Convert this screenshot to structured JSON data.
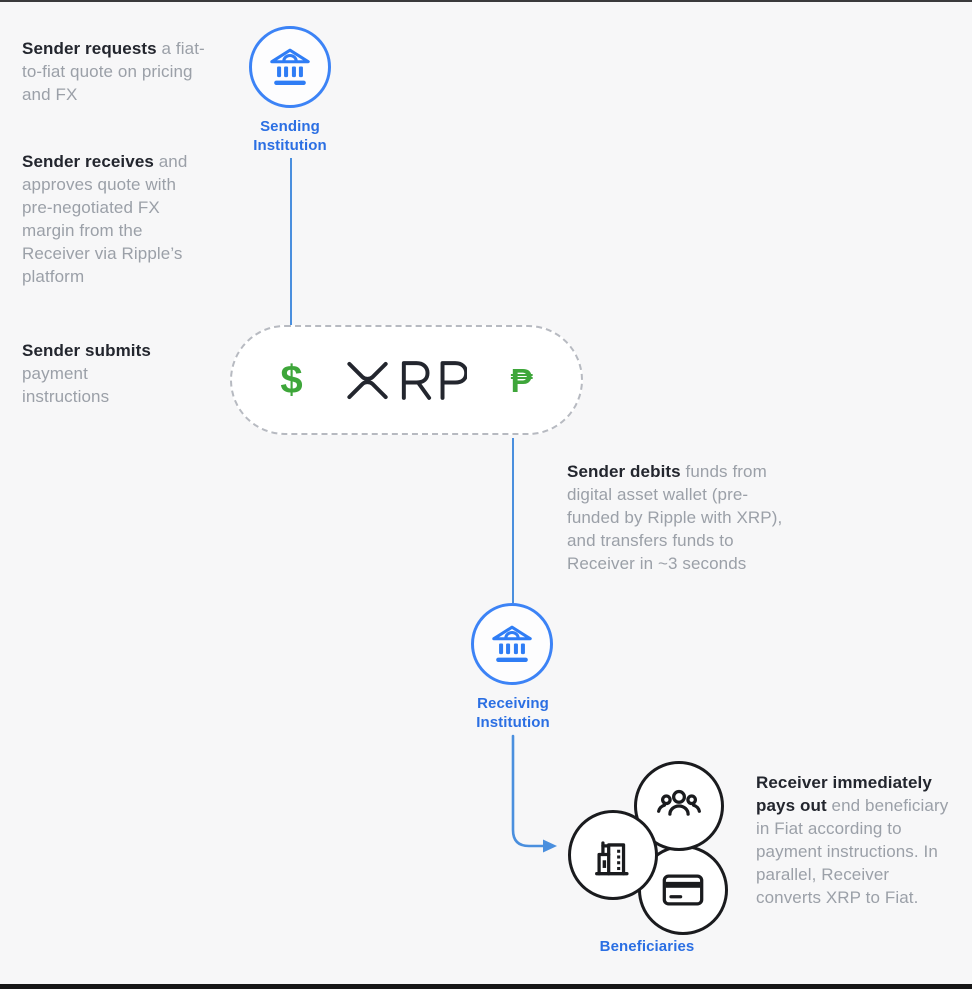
{
  "colors": {
    "background": "#f7f7f8",
    "accent_blue": "#2b6fe3",
    "circle_blue": "#3c83f6",
    "line_blue": "#4a8fde",
    "green": "#3ea63a",
    "bold_text": "#23262e",
    "gray_text": "#9ba0a8",
    "dark_outline": "#1a1b1e",
    "dashed_border": "#b7bac1"
  },
  "steps": [
    {
      "bold": "Sender requests",
      "rest": " a fiat-to-fiat quote on pricing and FX"
    },
    {
      "bold": "Sender receives",
      "rest": " and approves quote with pre-negotiated FX margin from the Receiver via Ripple’s platform"
    },
    {
      "bold": "Sender submits",
      "rest": " payment instructions"
    },
    {
      "bold": "Sender debits",
      "rest": " funds from digital asset wallet (pre-funded by Ripple with XRP), and transfers funds to Receiver in ~3 seconds"
    },
    {
      "bold": "Receiver immediately pays out",
      "rest": " end beneficiary in Fiat according to payment instructions. In parallel, Receiver converts XRP to Fiat."
    }
  ],
  "nodes": {
    "sending_institution": {
      "label": "Sending Institution",
      "icon": "bank-icon"
    },
    "receiving_institution": {
      "label": "Receiving Institution",
      "icon": "bank-icon"
    },
    "beneficiaries": {
      "label": "Beneficiaries",
      "icons": [
        "buildings-icon",
        "people-icon",
        "credit-card-icon"
      ]
    },
    "bridge": {
      "from_symbol": "$",
      "asset": "XRP",
      "to_symbol": "₱"
    }
  }
}
